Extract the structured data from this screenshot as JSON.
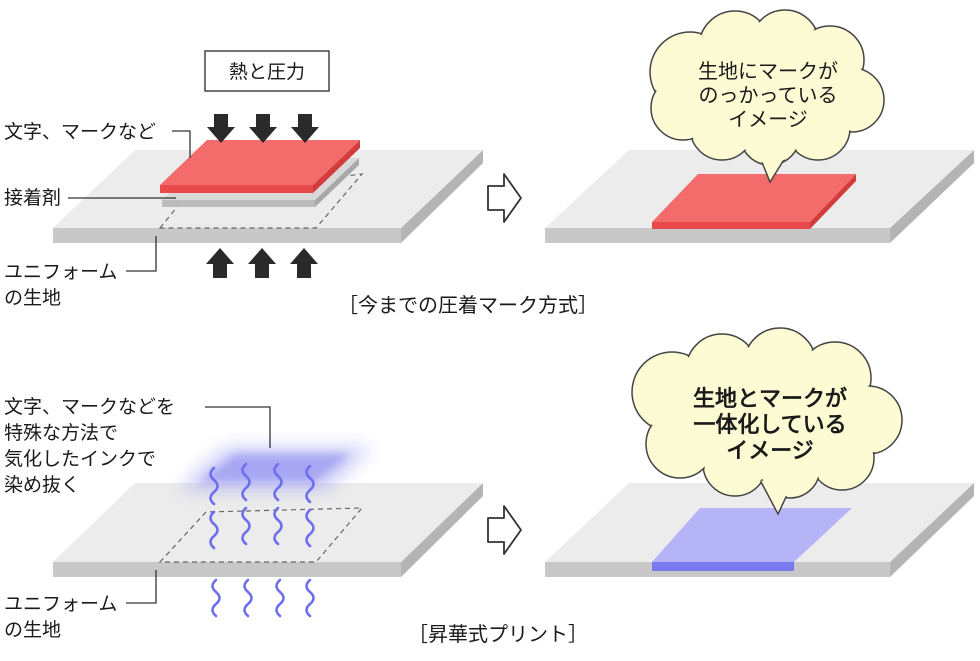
{
  "top": {
    "heat_pressure_label": "熱と圧力",
    "text_mark_label": "文字、マークなど",
    "adhesive_label": "接着剤",
    "fabric_label_line1": "ユニフォーム",
    "fabric_label_line2": "の生地",
    "bubble_line1": "生地にマークが",
    "bubble_line2": "のっかっている",
    "bubble_line3": "イメージ",
    "caption": "［今までの圧着マーク方式］"
  },
  "bottom": {
    "desc_line1": "文字、マークなどを",
    "desc_line2": "特殊な方法で",
    "desc_line3": "気化したインクで",
    "desc_line4": "染め抜く",
    "fabric_label_line1": "ユニフォーム",
    "fabric_label_line2": "の生地",
    "bubble_line1": "生地とマークが",
    "bubble_line2": "一体化している",
    "bubble_line3": "イメージ",
    "caption": "［昇華式プリント］"
  },
  "colors": {
    "mark_red": "#f36b6b",
    "dye_blue": "#a8a8f5",
    "fabric_top": "#ececec",
    "fabric_side": "#c8c8c8",
    "bubble_fill": "#fdfbd3"
  }
}
